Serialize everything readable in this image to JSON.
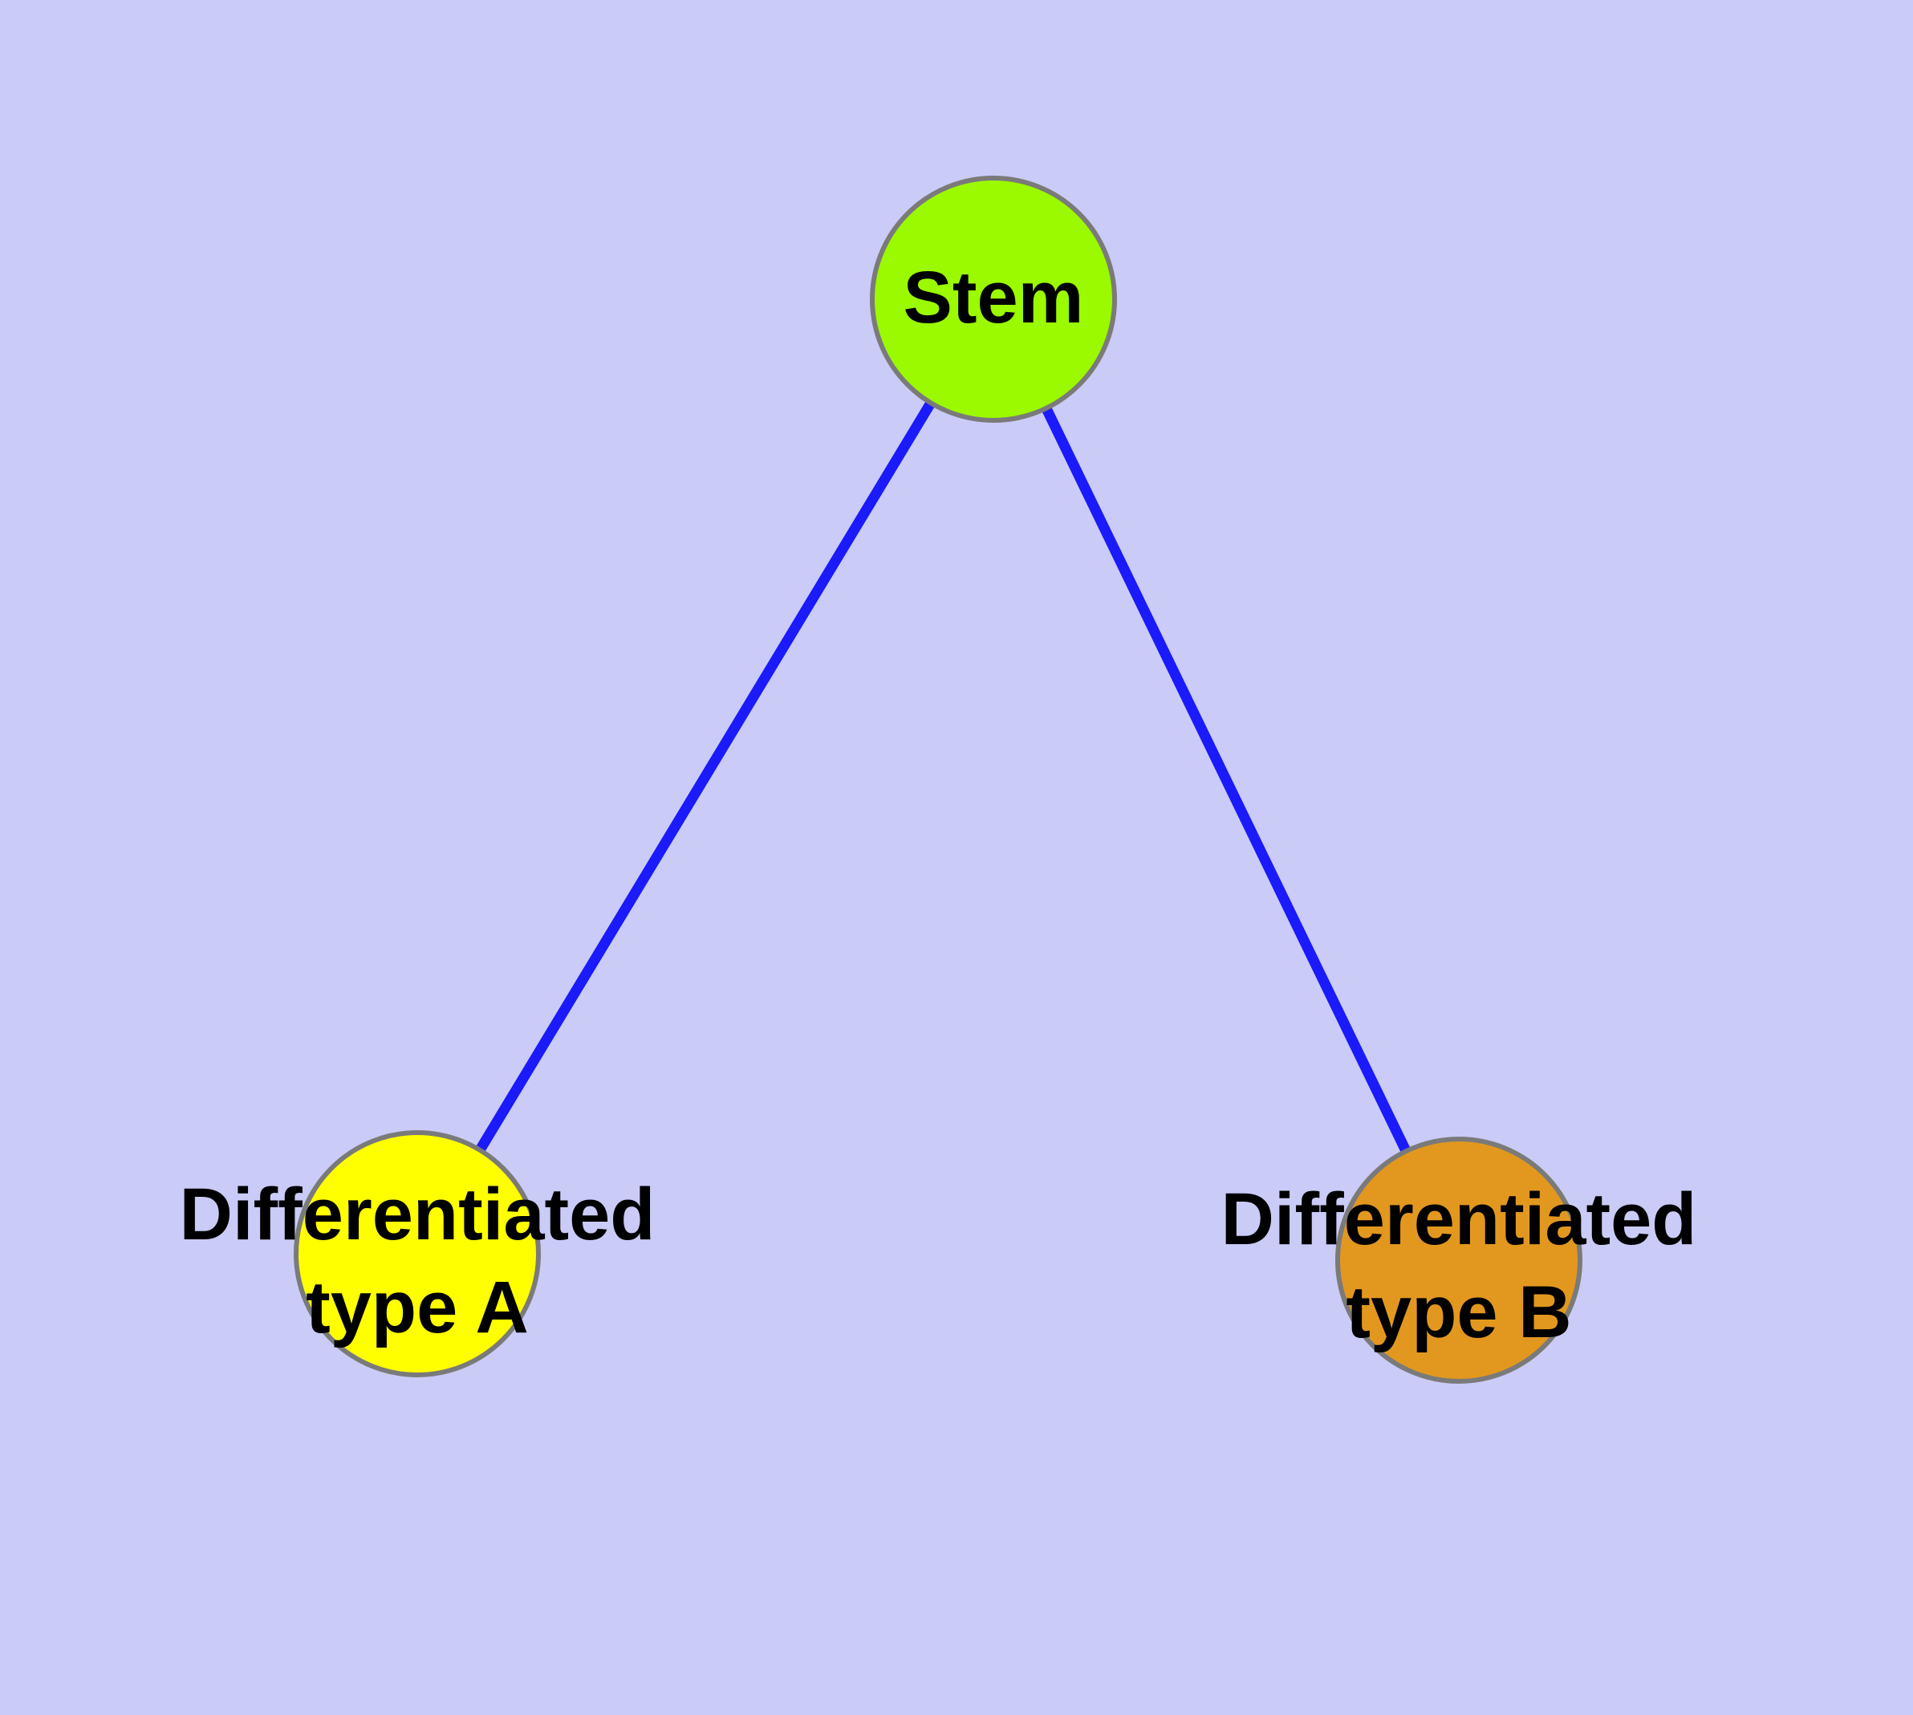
{
  "diagram": {
    "type": "node-link-graph",
    "nodes": [
      {
        "id": "stem",
        "label": "Stem",
        "fill": "#9BF900"
      },
      {
        "id": "type-a",
        "label": "Differentiated\ntype A",
        "fill": "#FFFF00"
      },
      {
        "id": "type-b",
        "label": "Differentiated\ntype B",
        "fill": "#E2981F"
      }
    ],
    "edges": [
      {
        "from": "stem",
        "to": "type-a"
      },
      {
        "from": "stem",
        "to": "type-b"
      }
    ],
    "colors": {
      "background": "#CACBF6",
      "edge": "#1A1AFA",
      "node_border": "#7A7A7A",
      "label": "#000000"
    }
  }
}
